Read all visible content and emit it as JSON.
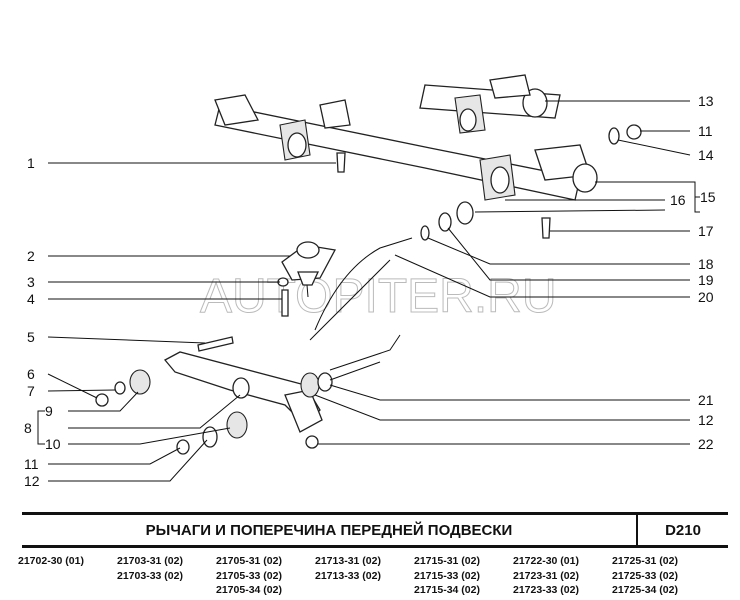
{
  "diagram": {
    "watermark": "AUTOPITER.RU",
    "callouts_left": [
      "1",
      "2",
      "3",
      "4",
      "5",
      "6",
      "7",
      "9",
      "8",
      "10",
      "11",
      "12"
    ],
    "callouts_right": [
      "13",
      "11",
      "14",
      "15",
      "16",
      "17",
      "18",
      "19",
      "20",
      "21",
      "12",
      "22"
    ]
  },
  "footer": {
    "title": "РЫЧАГИ И ПОПЕРЕЧИНА ПЕРЕДНЕЙ ПОДВЕСКИ",
    "code": "D210",
    "columns": [
      [
        "21702-30 (01)"
      ],
      [
        "21703-31 (02)",
        "21703-33 (02)"
      ],
      [
        "21705-31 (02)",
        "21705-33 (02)",
        "21705-34 (02)"
      ],
      [
        "21713-31 (02)",
        "21713-33 (02)"
      ],
      [
        "21715-31 (02)",
        "21715-33 (02)",
        "21715-34 (02)"
      ],
      [
        "21722-30 (01)",
        "21723-31 (02)",
        "21723-33 (02)"
      ],
      [
        "21725-31 (02)",
        "21725-33 (02)",
        "21725-34 (02)"
      ]
    ]
  }
}
